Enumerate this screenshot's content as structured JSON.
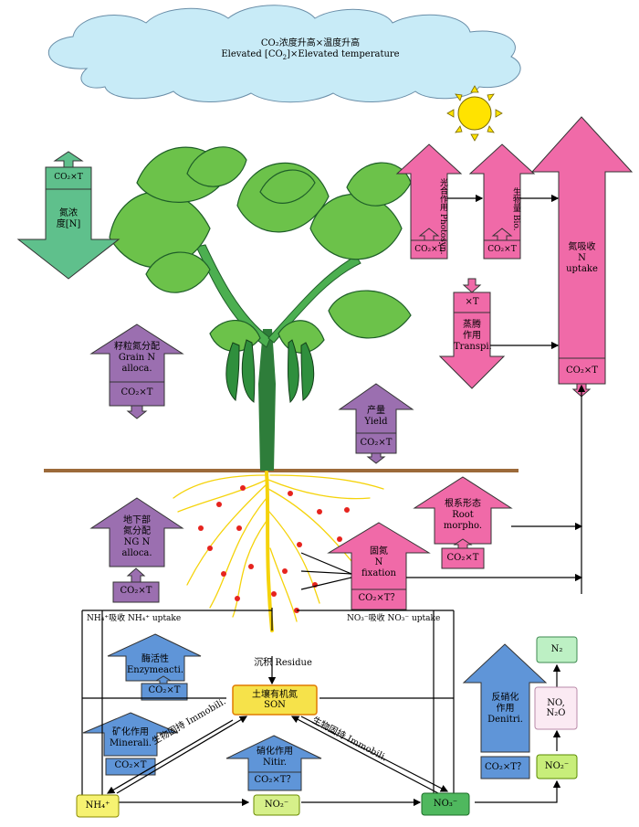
{
  "cloud": {
    "zh": "CO₂浓度升高×温度升高",
    "en_prefix": "Elevated [CO",
    "en_suffix": "]×Elevated temperature",
    "en_sub": "2"
  },
  "nconc": {
    "tag": "CO₂×T",
    "zh": "氮浓",
    "zh2": "度[N]"
  },
  "grain": {
    "zh": "籽粒氮分配",
    "en1": "Grain N",
    "en2": "alloca.",
    "tag": "CO₂×T"
  },
  "yield": {
    "zh": "产量",
    "en": "Yield",
    "tag": "CO₂×T"
  },
  "photo": {
    "zh": "光合作用",
    "en": "Photosyn.",
    "tag": "CO₂×T"
  },
  "bio": {
    "zh": "生物量",
    "en": "Bio.",
    "tag": "CO₂×T"
  },
  "nuptake": {
    "zh": "氮吸收",
    "en1": "N",
    "en2": "uptake",
    "tag": "CO₂×T"
  },
  "transp": {
    "tag": "×T",
    "zh1": "蒸腾",
    "zh2": "作用",
    "en": "Transpi."
  },
  "root": {
    "zh": "根系形态",
    "en1": "Root",
    "en2": "morpho.",
    "tag": "CO₂×T"
  },
  "fix": {
    "zh": "固氮",
    "en1": "N",
    "en2": "fixation",
    "tag": "CO₂×T？"
  },
  "ng": {
    "zh1": "地下部",
    "zh2": "氮分配",
    "en1": "NG N",
    "en2": "alloca.",
    "tag": "CO₂×T"
  },
  "nh4_uptake": "NH₄⁺吸收 NH₄⁺ uptake",
  "no3_uptake": "NO₃⁻吸收 NO₃⁻ uptake",
  "enzyme": {
    "zh": "酶活性",
    "en": "Enzymeacti.",
    "tag": "CO₂×T"
  },
  "residue": "沉积  Residue",
  "son": {
    "zh": "土壤有机氮",
    "en": "SON"
  },
  "mineral": {
    "zh": "矿化作用",
    "en": "Minerali.",
    "tag": "CO₂×T"
  },
  "immob_left": "生物固持 Immobili.",
  "immob_right": "生物固持 Immobili.",
  "nitr": {
    "zh": "硝化作用",
    "en": "Nitir.",
    "tag": "CO₂×T？"
  },
  "denitr": {
    "zh1": "反硝化",
    "zh2": "作用",
    "en": "Denitri.",
    "tag": "CO₂×T？"
  },
  "nodes": {
    "nh4": "NH₄⁺",
    "no2": "NO₂⁻",
    "no3": "NO₃⁻",
    "no2b": "NO₂⁻",
    "non2o1": "NO,",
    "non2o2": "N₂O",
    "n2": "N₂"
  },
  "colors": {
    "pink": "#f06aa8",
    "green": "#5fc08c",
    "purple": "#9b6fb0",
    "blue": "#5f95d8",
    "yellow": "#f6e24a",
    "soil": "#9c6a3a",
    "leaf": "#6cc24a",
    "cloud": "#c8ebf7"
  }
}
